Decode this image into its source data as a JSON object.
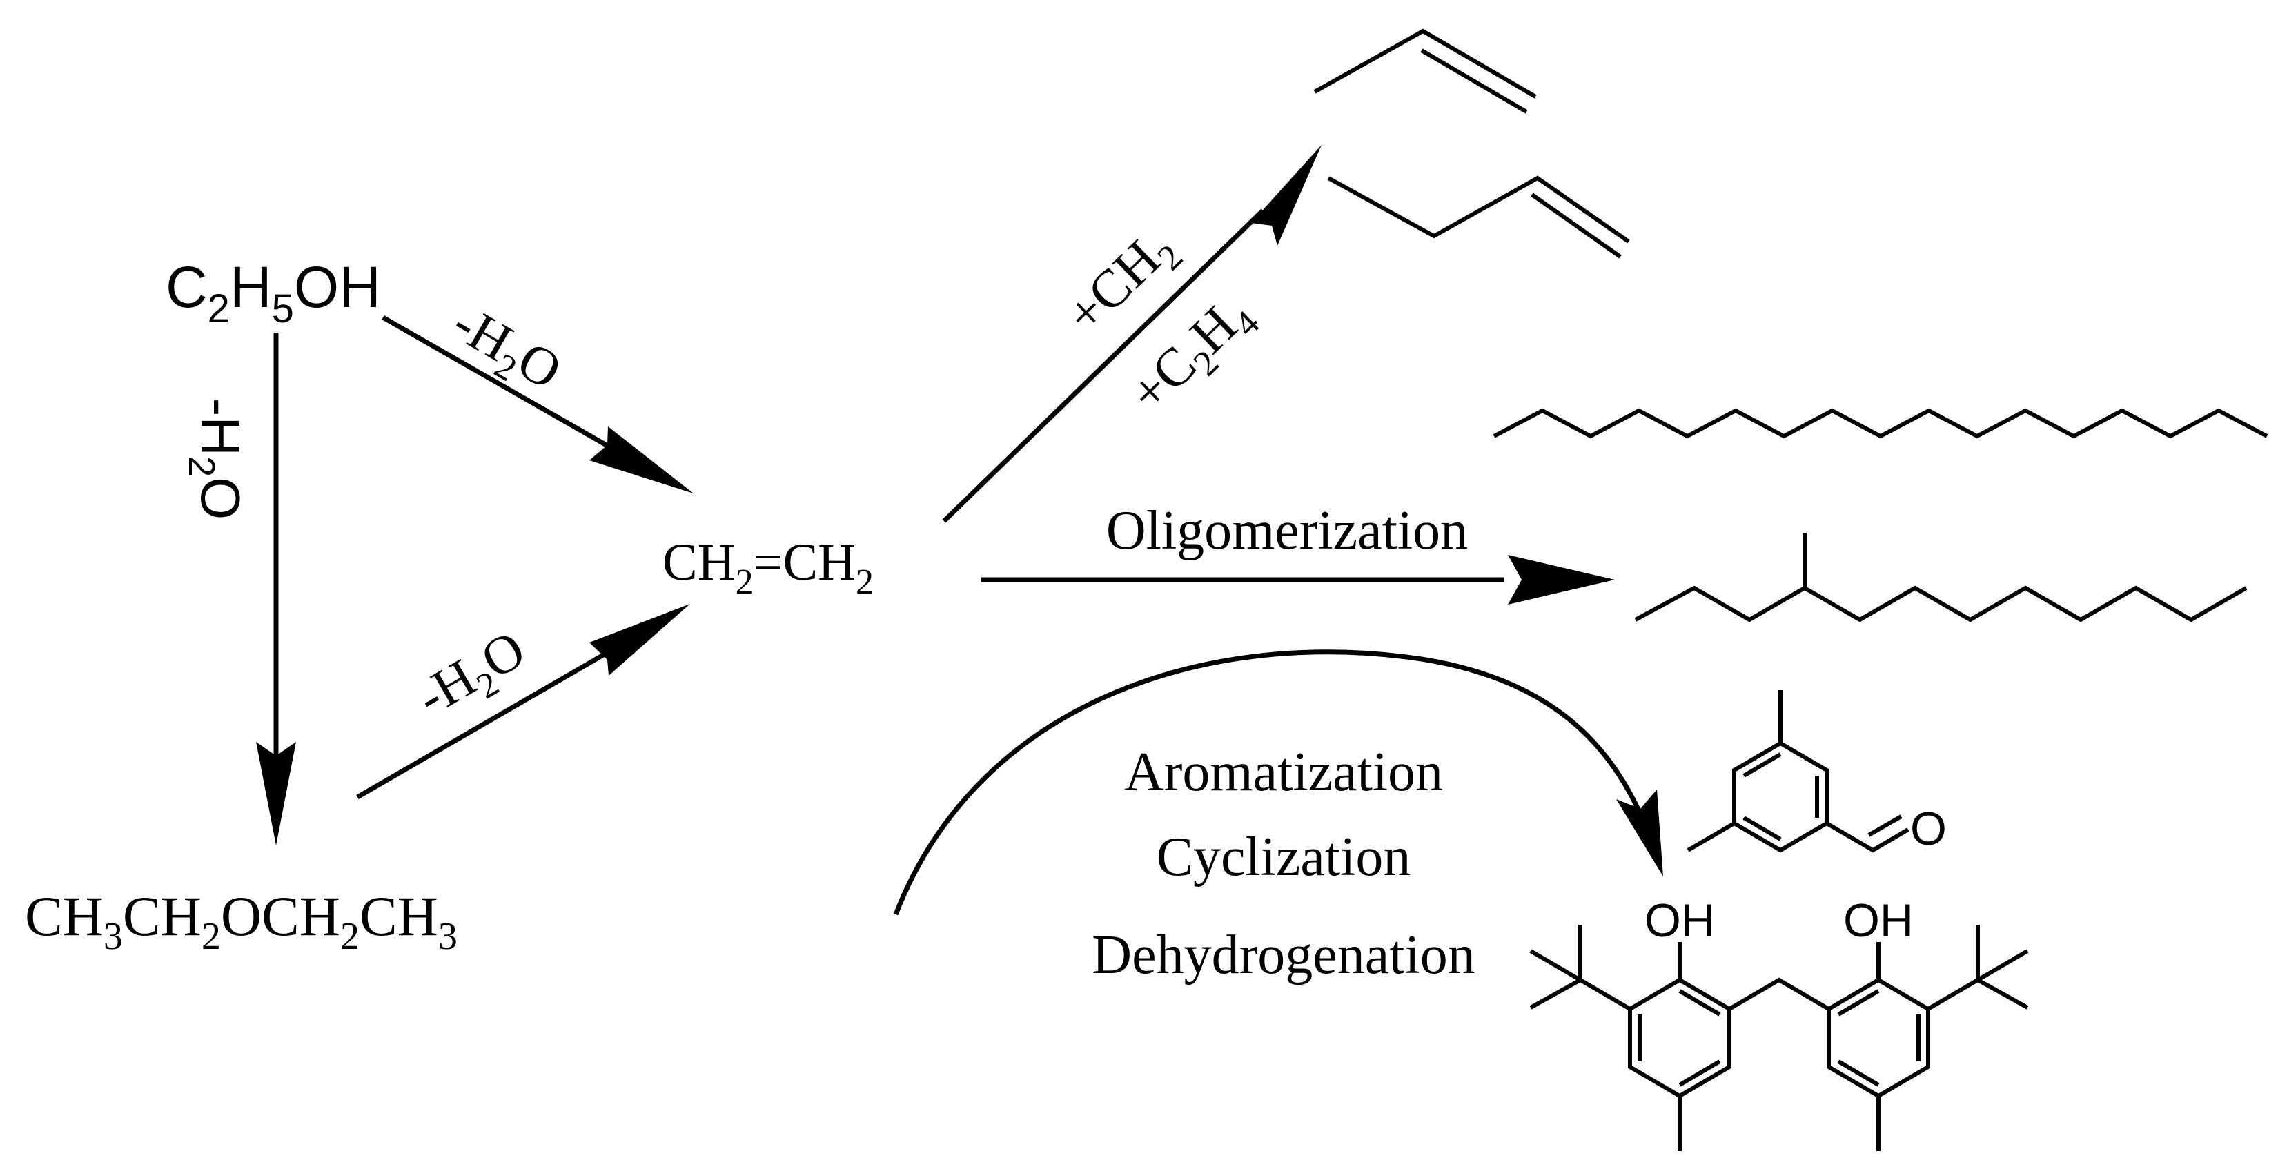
{
  "species": {
    "ethanol": {
      "pre": "C",
      "sub1": "2",
      "mid": "H",
      "sub2": "5",
      "post": "OH"
    },
    "ethylene": {
      "a": "CH",
      "a_sub": "2",
      "mid": "=CH",
      "b_sub": "2"
    },
    "diethyl_ether": {
      "p1": "CH",
      "s1": "3",
      "p2": "CH",
      "s2": "2",
      "p3": "OCH",
      "s3": "2",
      "p4": "CH",
      "s4": "3"
    }
  },
  "conditions": {
    "minus_water": {
      "pre": "-H",
      "sub": "2",
      "post": "O"
    },
    "add_ch2": {
      "pre": "+CH",
      "sub": "2"
    },
    "add_c2h4": {
      "pre": "+C",
      "sub1": "2",
      "mid": "H",
      "sub2": "4"
    }
  },
  "processes": {
    "oligomerization": "Oligomerization",
    "aromatization": "Aromatization",
    "cyclization": "Cyclization",
    "dehydrogenation": "Dehydrogenation"
  },
  "atom_labels": {
    "oxygen": "O",
    "hydroxyl": "OH"
  }
}
